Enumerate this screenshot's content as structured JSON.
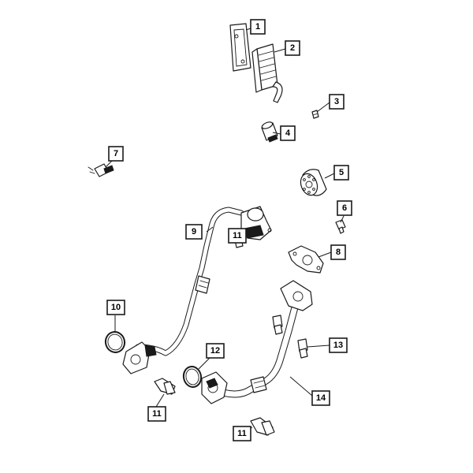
{
  "callouts": {
    "c1": "1",
    "c2": "2",
    "c3": "3",
    "c4": "4",
    "c5": "5",
    "c6": "6",
    "c7": "7",
    "c8": "8",
    "c9": "9",
    "c10": "10",
    "c11a": "11",
    "c11b": "11",
    "c11c": "11",
    "c12": "12",
    "c13": "13",
    "c14": "14"
  }
}
